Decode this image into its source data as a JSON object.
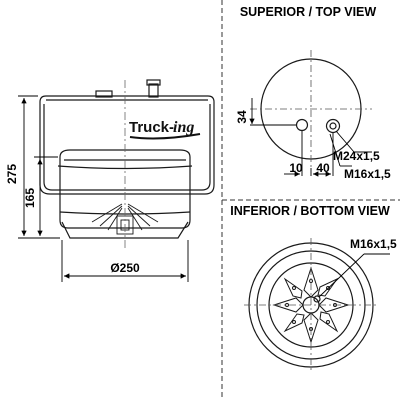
{
  "views": {
    "top_title": "SUPERIOR / TOP VIEW",
    "bottom_title": "INFERIOR / BOTTOM VIEW"
  },
  "brand": {
    "name_main": "Truck-",
    "name_script": "ing"
  },
  "side_view": {
    "height_total": "275",
    "height_lower": "165",
    "diameter": "Ø250"
  },
  "top_view": {
    "offset_vertical": "34",
    "offset_left": "10",
    "offset_right": "40",
    "thread_air": "M24x1,5",
    "thread_stud": "M16x1,5"
  },
  "bottom_view": {
    "thread_stud": "M16x1,5"
  },
  "colors": {
    "line": "#1a1a1a",
    "dashed": "#444444",
    "background": "#ffffff"
  }
}
